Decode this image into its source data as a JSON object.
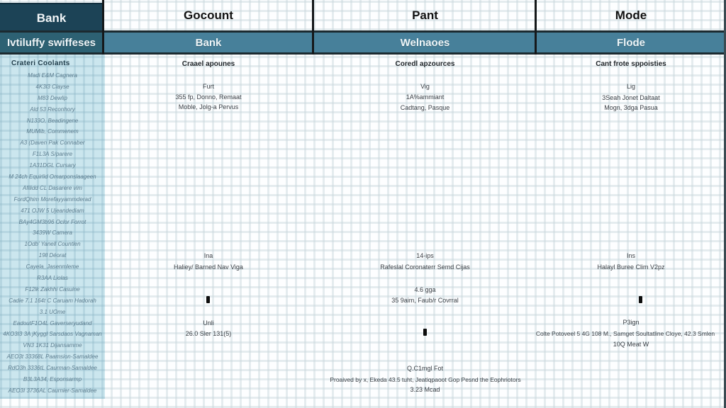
{
  "header": {
    "row1": {
      "c1": "Bank",
      "c2": "Gocount",
      "c3": "Pant",
      "c4": "Mode"
    },
    "row2": {
      "c1": "Ivtiluffy swiffeses",
      "c2": "Bank",
      "c3": "Welnaoes",
      "c4": "Flode"
    }
  },
  "sidebar": {
    "title": "Crateri Coolants",
    "items": [
      "Madi E&M Cagnera",
      "4K3l3 Clayse",
      "M83 Dewlip",
      "Ald 53 Reconhory",
      "N133O, Beadingene",
      "MUMib, Commenem",
      "A3 (Daven Pak Connaber",
      "F1L3A S/parere",
      "1A31DGL Cursary",
      "M 24ch Equirlid Omarponslaageen",
      "Afilidd CL Dasarere vim",
      "FordQhim Morefayyammderad",
      "471 OJW 5 Ujeandediam",
      "BAy4GM3b96 Oclor Forrot",
      "3439W Camera",
      "1Odb' Yanell Countlen",
      "19ll Déorat",
      "Cayela_Jasenmleme",
      "R3AA Liolas",
      "F12lk Zakhhi Casuine",
      "Cadie 7.1 164t C Caruam Hadorah",
      "3.1 UOme",
      "EadoutF1O4L Gaverseryudand",
      "4KO3I3 3A jKyggl Sarsdaos Vagnaman",
      "VN3 1K31 Dijansamme",
      "AEO3t 33368L Paamsion-Samaldee",
      "RdO3h 3336tL Caurman-Samaldee",
      "B3L3A34, Esponsarmp",
      "AEO3I 3736AL Caurnier-Samaldee"
    ]
  },
  "columns": {
    "bank": {
      "subtitle": "Craael apounes",
      "g1": [
        "Furt",
        "355 fp, Donno, Remaat",
        "Moble, Jolg-a Pervus"
      ],
      "g2": [
        "Ina",
        "Haliey/ Barned Nav Viga"
      ],
      "g3": [
        "Unli",
        "26.0 Sler 131(5)"
      ]
    },
    "welnaoes": {
      "subtitle": "Coredl apzources",
      "g1": [
        "Vig",
        "1A%ammiant",
        "Cadtang, Pasque"
      ],
      "g2": [
        "14-ips",
        "Rafeslal Coronaterr Semd Cijas"
      ],
      "g3": [
        "4.6 gga",
        "35 9aim, Faub/r Covrral"
      ],
      "g4": [
        "Q.C1mgl Fot",
        "Proaived by x, Ekeda 43.5 tuht, Jeatiqpaoot Gop Pesnd the Eophriotors",
        "3.23 Mcad"
      ]
    },
    "flode": {
      "subtitle": "Cant frote sppoisties",
      "g1": [
        "Lig",
        "3Seah Jonet Daltaat",
        "Mogn, 3dga Pasua"
      ],
      "g2": [
        "Ins",
        "Halayl Buree Clim V2pz"
      ],
      "g3": [
        "P3ign",
        "Colte Potoveel 5 4G 108 M., Samget Soultatline Cloye, 42.3 Smlen",
        "10Q Meat W"
      ]
    }
  },
  "colors": {
    "header_dark_teal": "#1c4356",
    "header_teal_left": "#2d6173",
    "header_teal": "#47809a",
    "sidebar_bg": "#cbe6ee",
    "grid_line": "#c7d6dc",
    "body_text": "#3b4046",
    "sidebar_text": "#5d7d8f"
  }
}
